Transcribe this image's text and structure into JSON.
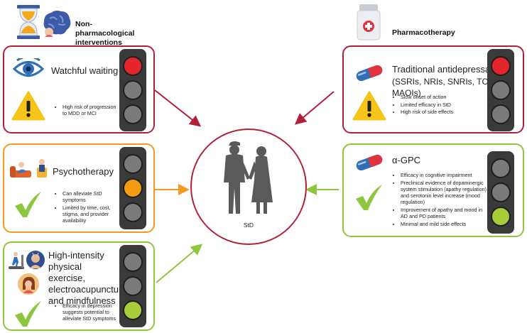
{
  "headers": {
    "left": {
      "title": "Non-pharmacological interventions"
    },
    "right": {
      "title": "Pharmacotherapy"
    }
  },
  "center": {
    "label": "StD"
  },
  "cards": {
    "watchful": {
      "title": "Watchful waiting",
      "bullets": [
        "High risk of progression to MDD or MCI"
      ],
      "light": "red"
    },
    "psycho": {
      "title": "Psychotherapy",
      "bullets": [
        "Can alleviate StD symptoms",
        "Limited by time, cost, stigma, and provider availability"
      ],
      "light": "amber"
    },
    "exercise": {
      "title": "High-intensity physical exercise, electroacupuncture and mindfulness",
      "bullets": [
        "Efficacy in depression suggests potential to alleviate StD symptoms"
      ],
      "light": "green"
    },
    "antidep": {
      "title": "Traditional antidepressants",
      "subtitle": "(SSRIs, NRIs, SNRIs, TCAs, MAOIs)",
      "bullets": [
        "Slow onset of action",
        "Limited efficacy in StD",
        "High risk of side effects"
      ],
      "light": "red"
    },
    "agpc": {
      "title": "α-GPC",
      "bullets": [
        "Efficacy in cognitive impairment",
        "Preclinical evidence of dopaminergic system stimulation (apathy regulation) and serotonin level increase (mood regulation)",
        "Improvement of apathy and mood in AD and PD patients",
        "Minimal and mild side effects"
      ],
      "light": "green"
    }
  },
  "colors": {
    "red": "#b0223a",
    "orange": "#f29a1f",
    "green": "#8dc63f",
    "light_off": "#7a7a7a",
    "light_red": "#e3262b",
    "light_amber": "#f39c12",
    "light_green": "#a6ce39"
  }
}
